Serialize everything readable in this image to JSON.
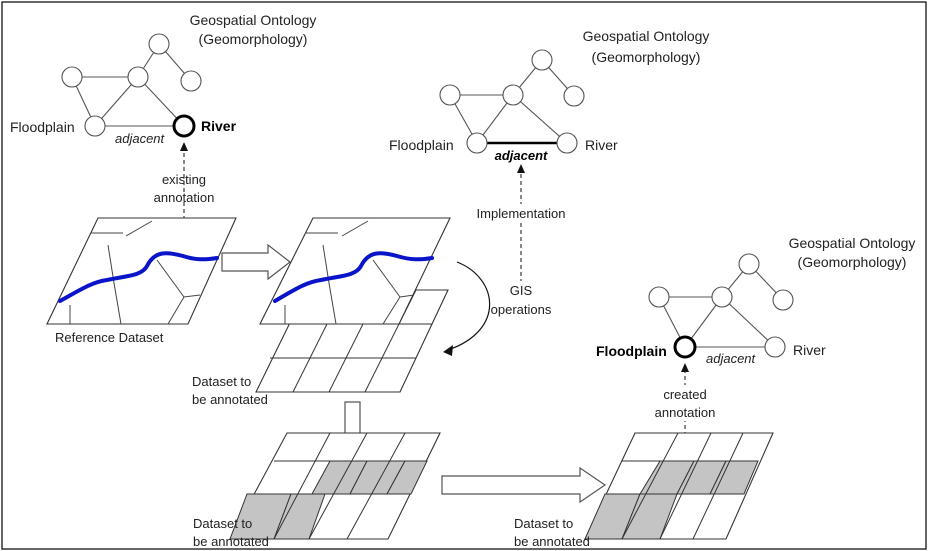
{
  "ontology": {
    "title": "Geospatial Ontology",
    "subtitle": "(Geomorphology)"
  },
  "nodes": {
    "floodplain": "Floodplain",
    "river": "River",
    "adjacent": "adjacent"
  },
  "annotations": {
    "existing_line1": "existing",
    "existing_line2": "annotation",
    "created_line1": "created",
    "created_line2": "annotation",
    "implementation": "Implementation",
    "gis_line1": "GIS",
    "gis_line2": "operations"
  },
  "datasets": {
    "reference": "Reference Dataset",
    "to_annotate_line1": "Dataset to",
    "to_annotate_line2": "be annotated"
  },
  "colors": {
    "river": "#0a14c8",
    "shaded_cell": "#c4c4c4"
  }
}
